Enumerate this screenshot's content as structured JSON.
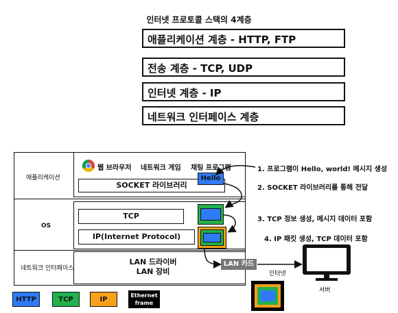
{
  "title": "인터넷 프로토콜 스택의 4계층",
  "layers": [
    "애플리케이션 계층 - HTTP, FTP",
    "전송 계층 - TCP, UDP",
    "인터넷 계층 - IP",
    "네트워크 인터페이스 계층"
  ],
  "stack": {
    "app_label": "애플리케이션",
    "os_label": "OS",
    "nic_label": "네트워크 인터페이스",
    "apps": {
      "browser": "웹 브라우저",
      "game": "네트워크 게임",
      "chat": "채팅 프로그램"
    },
    "socket": "SOCKET 라이브러리",
    "tcp": "TCP",
    "ip": "IP(Internet Protocol)",
    "lan_driver": "LAN 드라이버",
    "lan_device": "LAN 장비",
    "hello": "Hello"
  },
  "lan_card": "LAN 카드",
  "internet": "인터넷",
  "server": "서버",
  "steps": [
    "1. 프로그램이 Hello, world! 메시지 생성",
    "2. SOCKET 라이브러리를 통해 전달",
    "3. TCP 정보 생성, 메시지 데이터 포함",
    "4. IP 패킷 생성, TCP 데이터 포함"
  ],
  "legend": [
    {
      "label": "HTTP",
      "color": "#2f7bf5"
    },
    {
      "label": "TCP",
      "color": "#22b14c"
    },
    {
      "label": "IP",
      "color": "#f7a11a"
    },
    {
      "label": "Ethernet frame",
      "color": "#000000"
    }
  ],
  "colors": {
    "http": "#2f7bf5",
    "tcp": "#22b14c",
    "ip": "#f7a11a",
    "ethernet": "#000000"
  }
}
